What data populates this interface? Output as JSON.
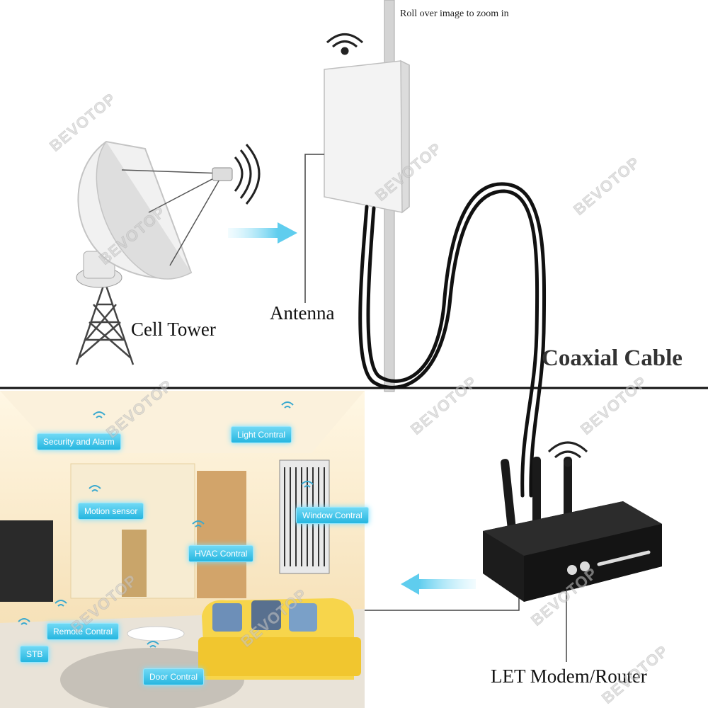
{
  "labels": {
    "roll_over": "Roll over image to zoom in",
    "cell_tower": "Cell Tower",
    "antenna": "Antenna",
    "coaxial_cable": "Coaxial Cable",
    "router": "LET Modem/Router"
  },
  "room_tags": [
    "Security and Alarm",
    "Light Contral",
    "Motion sensor",
    "Window Contral",
    "HVAC Contral",
    "Remote Contral",
    "STB",
    "Door Contral"
  ],
  "watermark": "BEVOTOP",
  "colors": {
    "tag": "#26b6e0",
    "arrow": "#6fd2ee",
    "cable": "#111111",
    "divider": "#111111"
  }
}
